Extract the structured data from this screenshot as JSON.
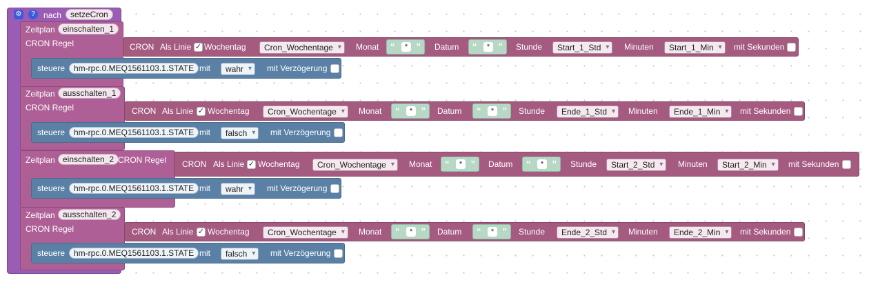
{
  "header": {
    "prefix": "nach",
    "function_name": "setzeCron",
    "gear_symbol": "⚙",
    "help_symbol": "?"
  },
  "labels": {
    "zeitplan": "Zeitplan",
    "cron_regel": "CRON Regel",
    "cron": "CRON",
    "als_linie": "Als Linie",
    "wochentag": "Wochentag",
    "monat": "Monat",
    "datum": "Datum",
    "stunde": "Stunde",
    "minuten": "Minuten",
    "mit_sekunden": "mit Sekunden",
    "steuere": "steuere",
    "mit": "mit",
    "mit_verzoegerung": "mit Verzögerung",
    "star": "*",
    "quote_open": "“",
    "quote_close": "”",
    "check_mark": "✓"
  },
  "schedules": [
    {
      "name": "einschalten_1",
      "wochentag_var": "Cron_Wochentage",
      "stunde_var": "Start_1_Std",
      "minuten_var": "Start_1_Min",
      "object_id": "hm-rpc.0.MEQ1561103.1.STATE",
      "value": "wahr"
    },
    {
      "name": "ausschalten_1",
      "wochentag_var": "Cron_Wochentage",
      "stunde_var": "Ende_1_Std",
      "minuten_var": "Ende_1_Min",
      "object_id": "hm-rpc.0.MEQ1561103.1.STATE",
      "value": "falsch"
    },
    {
      "name": "einschalten_2",
      "wochentag_var": "Cron_Wochentage",
      "stunde_var": "Start_2_Std",
      "minuten_var": "Start_2_Min",
      "object_id": "hm-rpc.0.MEQ1561103.1.STATE",
      "value": "wahr"
    },
    {
      "name": "ausschalten_2",
      "wochentag_var": "Cron_Wochentage",
      "stunde_var": "Ende_2_Std",
      "minuten_var": "Ende_2_Min",
      "object_id": "hm-rpc.0.MEQ1561103.1.STATE",
      "value": "falsch"
    }
  ]
}
